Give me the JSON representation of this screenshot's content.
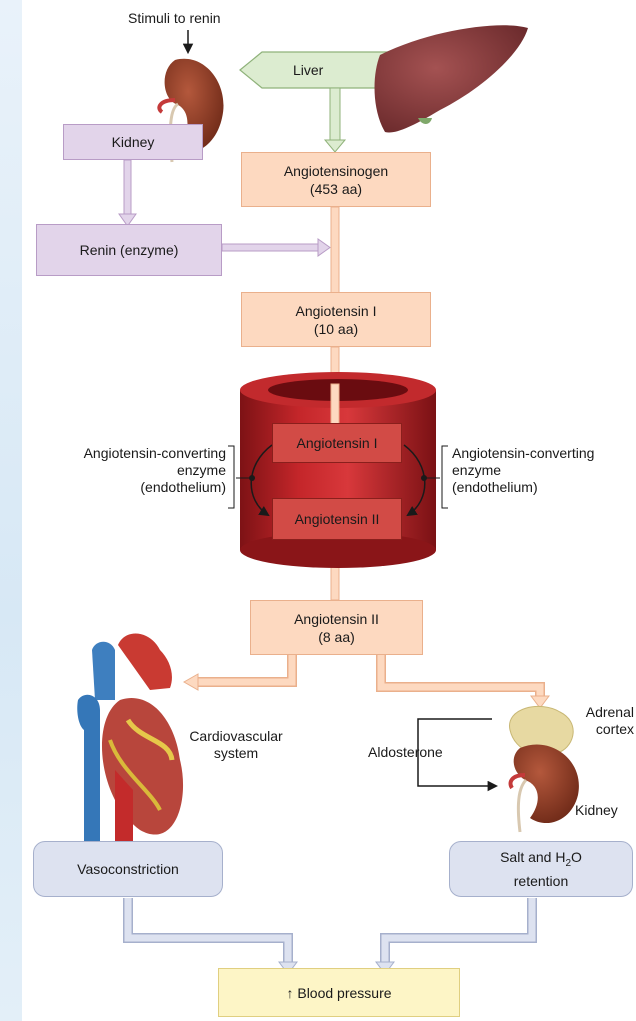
{
  "labels": {
    "stimuli": "Stimuli to renin",
    "kidney_top": "Kidney",
    "liver": "Liver",
    "angiotensinogen_1": "Angiotensinogen",
    "angiotensinogen_2": "(453 aa)",
    "renin": "Renin (enzyme)",
    "ang1_1": "Angiotensin I",
    "ang1_2": "(10 aa)",
    "vessel_ang1": "Angiotensin I",
    "vessel_ang2": "Angiotensin II",
    "ace_left_1": "Angiotensin-converting",
    "ace_left_2": "enzyme",
    "ace_left_3": "(endothelium)",
    "ace_right_1": "Angiotensin-converting",
    "ace_right_2": "enzyme",
    "ace_right_3": "(endothelium)",
    "ang2_1": "Angiotensin II",
    "ang2_2": "(8 aa)",
    "cardio_1": "Cardiovascular",
    "cardio_2": "system",
    "adrenal_1": "Adrenal",
    "adrenal_2": "cortex",
    "aldosterone": "Aldosterone",
    "kidney_bottom": "Kidney",
    "vasoconstriction": "Vasoconstriction",
    "salt_1a": "Salt and H",
    "salt_1sub": "2",
    "salt_1b": "O",
    "salt_2": "retention",
    "blood_pressure": "↑ Blood pressure"
  },
  "colors": {
    "peach_box": "#fdd9c0",
    "lavender_box": "#e2d4ea",
    "blue_box": "#dde2f0",
    "yellow_box": "#fdf5c6",
    "vessel_red": "#b01f22",
    "liver_brown": "#8c3a3a",
    "kidney_brown": "#8a3a25"
  }
}
